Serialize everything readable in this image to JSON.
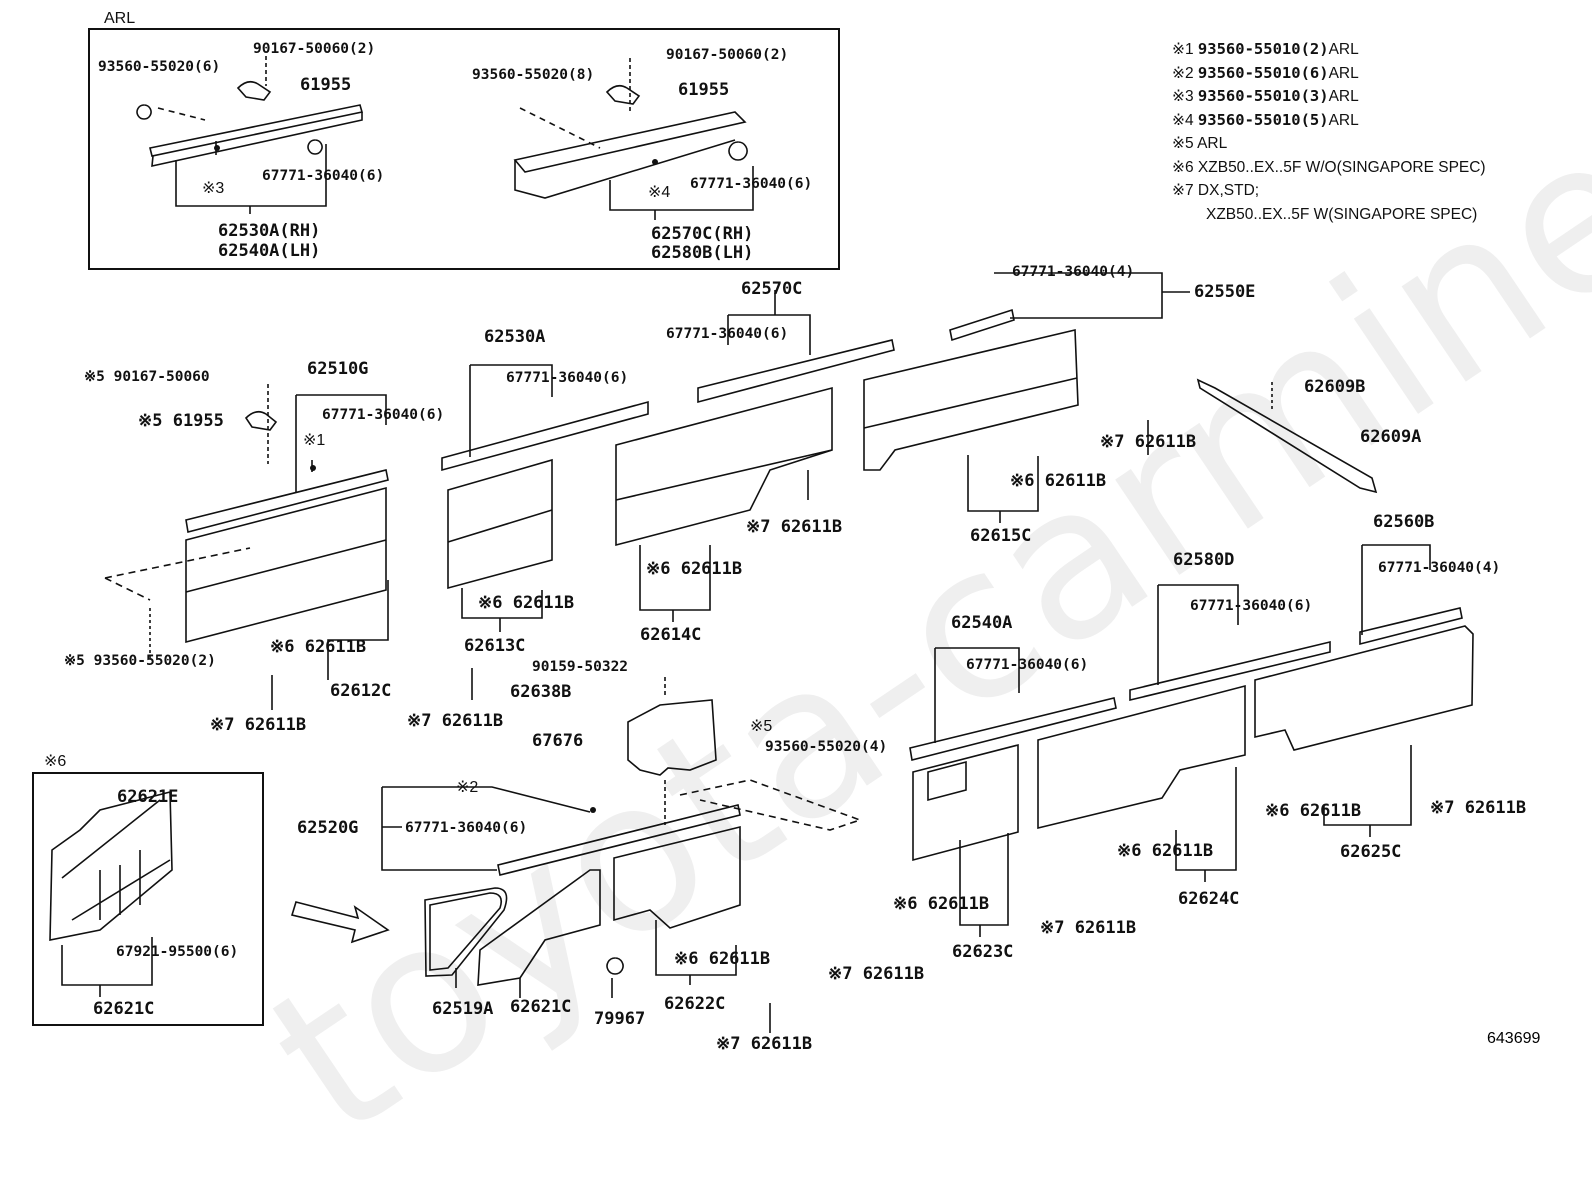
{
  "figure_number": "643699",
  "watermark": "toyota-carmine.ru",
  "legend": [
    {
      "mark": "※1",
      "text": "93560-55010(2)",
      "suffix": "ARL"
    },
    {
      "mark": "※2",
      "text": "93560-55010(6)",
      "suffix": "ARL"
    },
    {
      "mark": "※3",
      "text": "93560-55010(3)",
      "suffix": "ARL"
    },
    {
      "mark": "※4",
      "text": "93560-55010(5)",
      "suffix": "ARL"
    },
    {
      "mark": "※5",
      "text": "",
      "suffix": "ARL"
    },
    {
      "mark": "※6",
      "text": "",
      "suffix": "XZB50..EX..5F  W/O(SINGAPORE SPEC)"
    },
    {
      "mark": "※7",
      "text": "",
      "suffix": "DX,STD;"
    },
    {
      "mark": "",
      "text": "",
      "suffix": "XZB50..EX..5F  W(SINGAPORE SPEC)"
    }
  ],
  "inset_arl": {
    "title": "ARL",
    "left": {
      "bolt": "90167-50060(2)",
      "clip": "93560-55020(6)",
      "bracket": "61955",
      "retainer": "67771-36040(6)",
      "note": "※3",
      "part_rh": "62530A(RH)",
      "part_lh": "62540A(LH)"
    },
    "right": {
      "bolt": "90167-50060(2)",
      "clip": "93560-55020(8)",
      "bracket": "61955",
      "retainer": "67771-36040(6)",
      "note": "※4",
      "part_rh": "62570C(RH)",
      "part_lh": "62580B(LH)"
    }
  },
  "inset_sg": {
    "title": "※6",
    "screw": "62621E",
    "clip": "67921-95500(6)",
    "part": "62621C"
  },
  "callouts": {
    "c_90167": "※5 90167-50060",
    "c_61955": "※5 61955",
    "c_62510G": "62510G",
    "c_62510G_ret": "67771-36040(6)",
    "c_note1": "※1",
    "c_93560_2": "※5 93560-55020(2)",
    "c_62612C_clip": "※6 62611B",
    "c_62612C": "62612C",
    "c_62611B_a": "※7 62611B",
    "c_62530A": "62530A",
    "c_62530A_ret": "67771-36040(6)",
    "c_62613C_clip": "※6 62611B",
    "c_62613C": "62613C",
    "c_62611B_b": "※7 62611B",
    "c_62570C": "62570C",
    "c_62570C_ret": "67771-36040(6)",
    "c_62614C_clip": "※6 62611B",
    "c_62614C": "62614C",
    "c_62611B_c": "※7 62611B",
    "c_62550E_ret": "67771-36040(4)",
    "c_62550E": "62550E",
    "c_62611B_d": "※7 62611B",
    "c_62615C_clip": "※6 62611B",
    "c_62615C": "62615C",
    "c_62609B": "62609B",
    "c_62609A": "62609A",
    "c_90159": "90159-50322",
    "c_62638B": "62638B",
    "c_67676": "67676",
    "c_note5": "※5",
    "c_93560_4": "93560-55020(4)",
    "c_note2": "※2",
    "c_62520G": "62520G",
    "c_62520G_ret": "67771-36040(6)",
    "c_62519A": "62519A",
    "c_62621C": "62621C",
    "c_79967": "79967",
    "c_62622C_clip": "※6 62611B",
    "c_62622C": "62622C",
    "c_62611B_e": "※7 62611B",
    "c_62540A": "62540A",
    "c_62540A_ret": "67771-36040(6)",
    "c_62580D": "62580D",
    "c_62580D_ret": "67771-36040(6)",
    "c_62560B": "62560B",
    "c_62560B_ret": "67771-36040(4)",
    "c_62623C_clip": "※6 62611B",
    "c_62623C": "62623C",
    "c_62611B_f": "※7 62611B",
    "c_62611B_g": "※7 62611B",
    "c_62624C_clip": "※6 62611B",
    "c_62624C": "62624C",
    "c_62625C_clip": "※6 62611B",
    "c_62625C": "62625C",
    "c_62611B_h": "※7 62611B"
  }
}
